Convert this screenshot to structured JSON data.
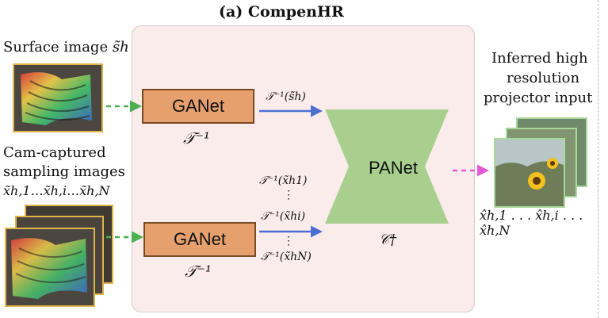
{
  "title": "(a) CompenHR",
  "left": {
    "surface_label": "Surface image",
    "surface_symbol": "s̃h",
    "sampling_label_line1": "Cam-captured",
    "sampling_label_line2": "sampling images",
    "sampling_symbol": "x̃h,1…x̃h,i…x̃h,N"
  },
  "ganet_top": {
    "label": "GANet",
    "op": "𝒯⁻¹",
    "out": "𝒯⁻¹(s̃h)"
  },
  "ganet_bottom": {
    "label": "GANet",
    "op": "𝒯⁻¹",
    "out_1": "𝒯⁻¹(x̃h1)",
    "out_i": "𝒯⁻¹(x̃hi)",
    "out_N": "𝒯⁻¹(x̃hN)",
    "dots": "⋮"
  },
  "panet": {
    "label": "PANet",
    "symbol": "𝒞†"
  },
  "right": {
    "label_line1": "Inferred high",
    "label_line2": "resolution",
    "label_line3": "projector input",
    "output_symbol": "x̂h,1 . . . x̂h,i . . . x̂h,N"
  },
  "colors": {
    "panel": "#fbecec",
    "ganet_fill": "#e6a06e",
    "panet_fill": "#a9cf8e",
    "arrow_blue": "#4a6fd1",
    "arrow_green": "#4caf50",
    "arrow_magenta": "#e35ad6",
    "thumb_border": "#e0b64a",
    "photo_border": "#a9d99a"
  }
}
